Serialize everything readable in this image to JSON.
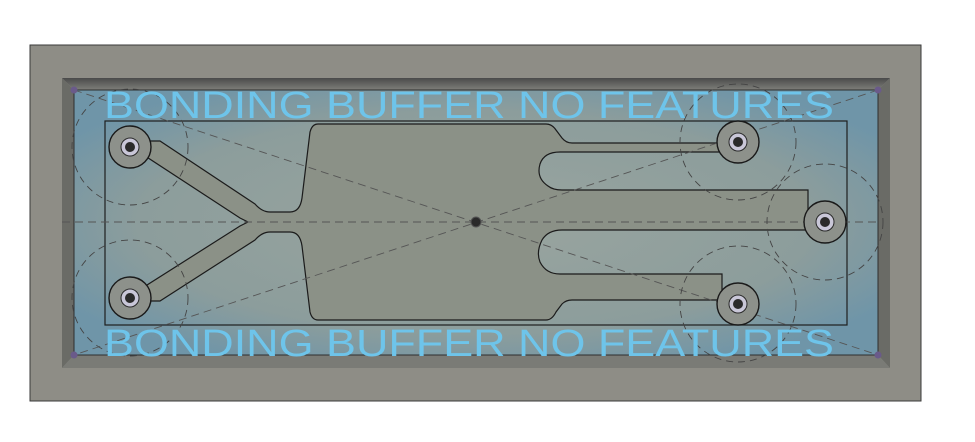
{
  "labels": {
    "top_text": "BONDING BUFFER NO FEATURES",
    "bottom_text": "BONDING BUFFER NO FEATURES"
  },
  "colors": {
    "background": "#ffffff",
    "outer_plate": "#8e8d86",
    "inner_border": "#3a3a3a",
    "chamber_fill": "#8a948c",
    "glass_tint": "#7fa6b6",
    "label_text": "#6ec4ea",
    "port_dark": "#2a2a2a",
    "construction_line": "#555555",
    "corner_dot": "#6a5a8a"
  },
  "ports": [
    {
      "name": "inlet-top-left"
    },
    {
      "name": "inlet-bottom-left"
    },
    {
      "name": "outlet-top-right"
    },
    {
      "name": "outlet-middle-right"
    },
    {
      "name": "outlet-bottom-right"
    }
  ],
  "icons": {
    "center_marker": "center-point-icon",
    "corner_marker": "corner-vertex-icon"
  }
}
